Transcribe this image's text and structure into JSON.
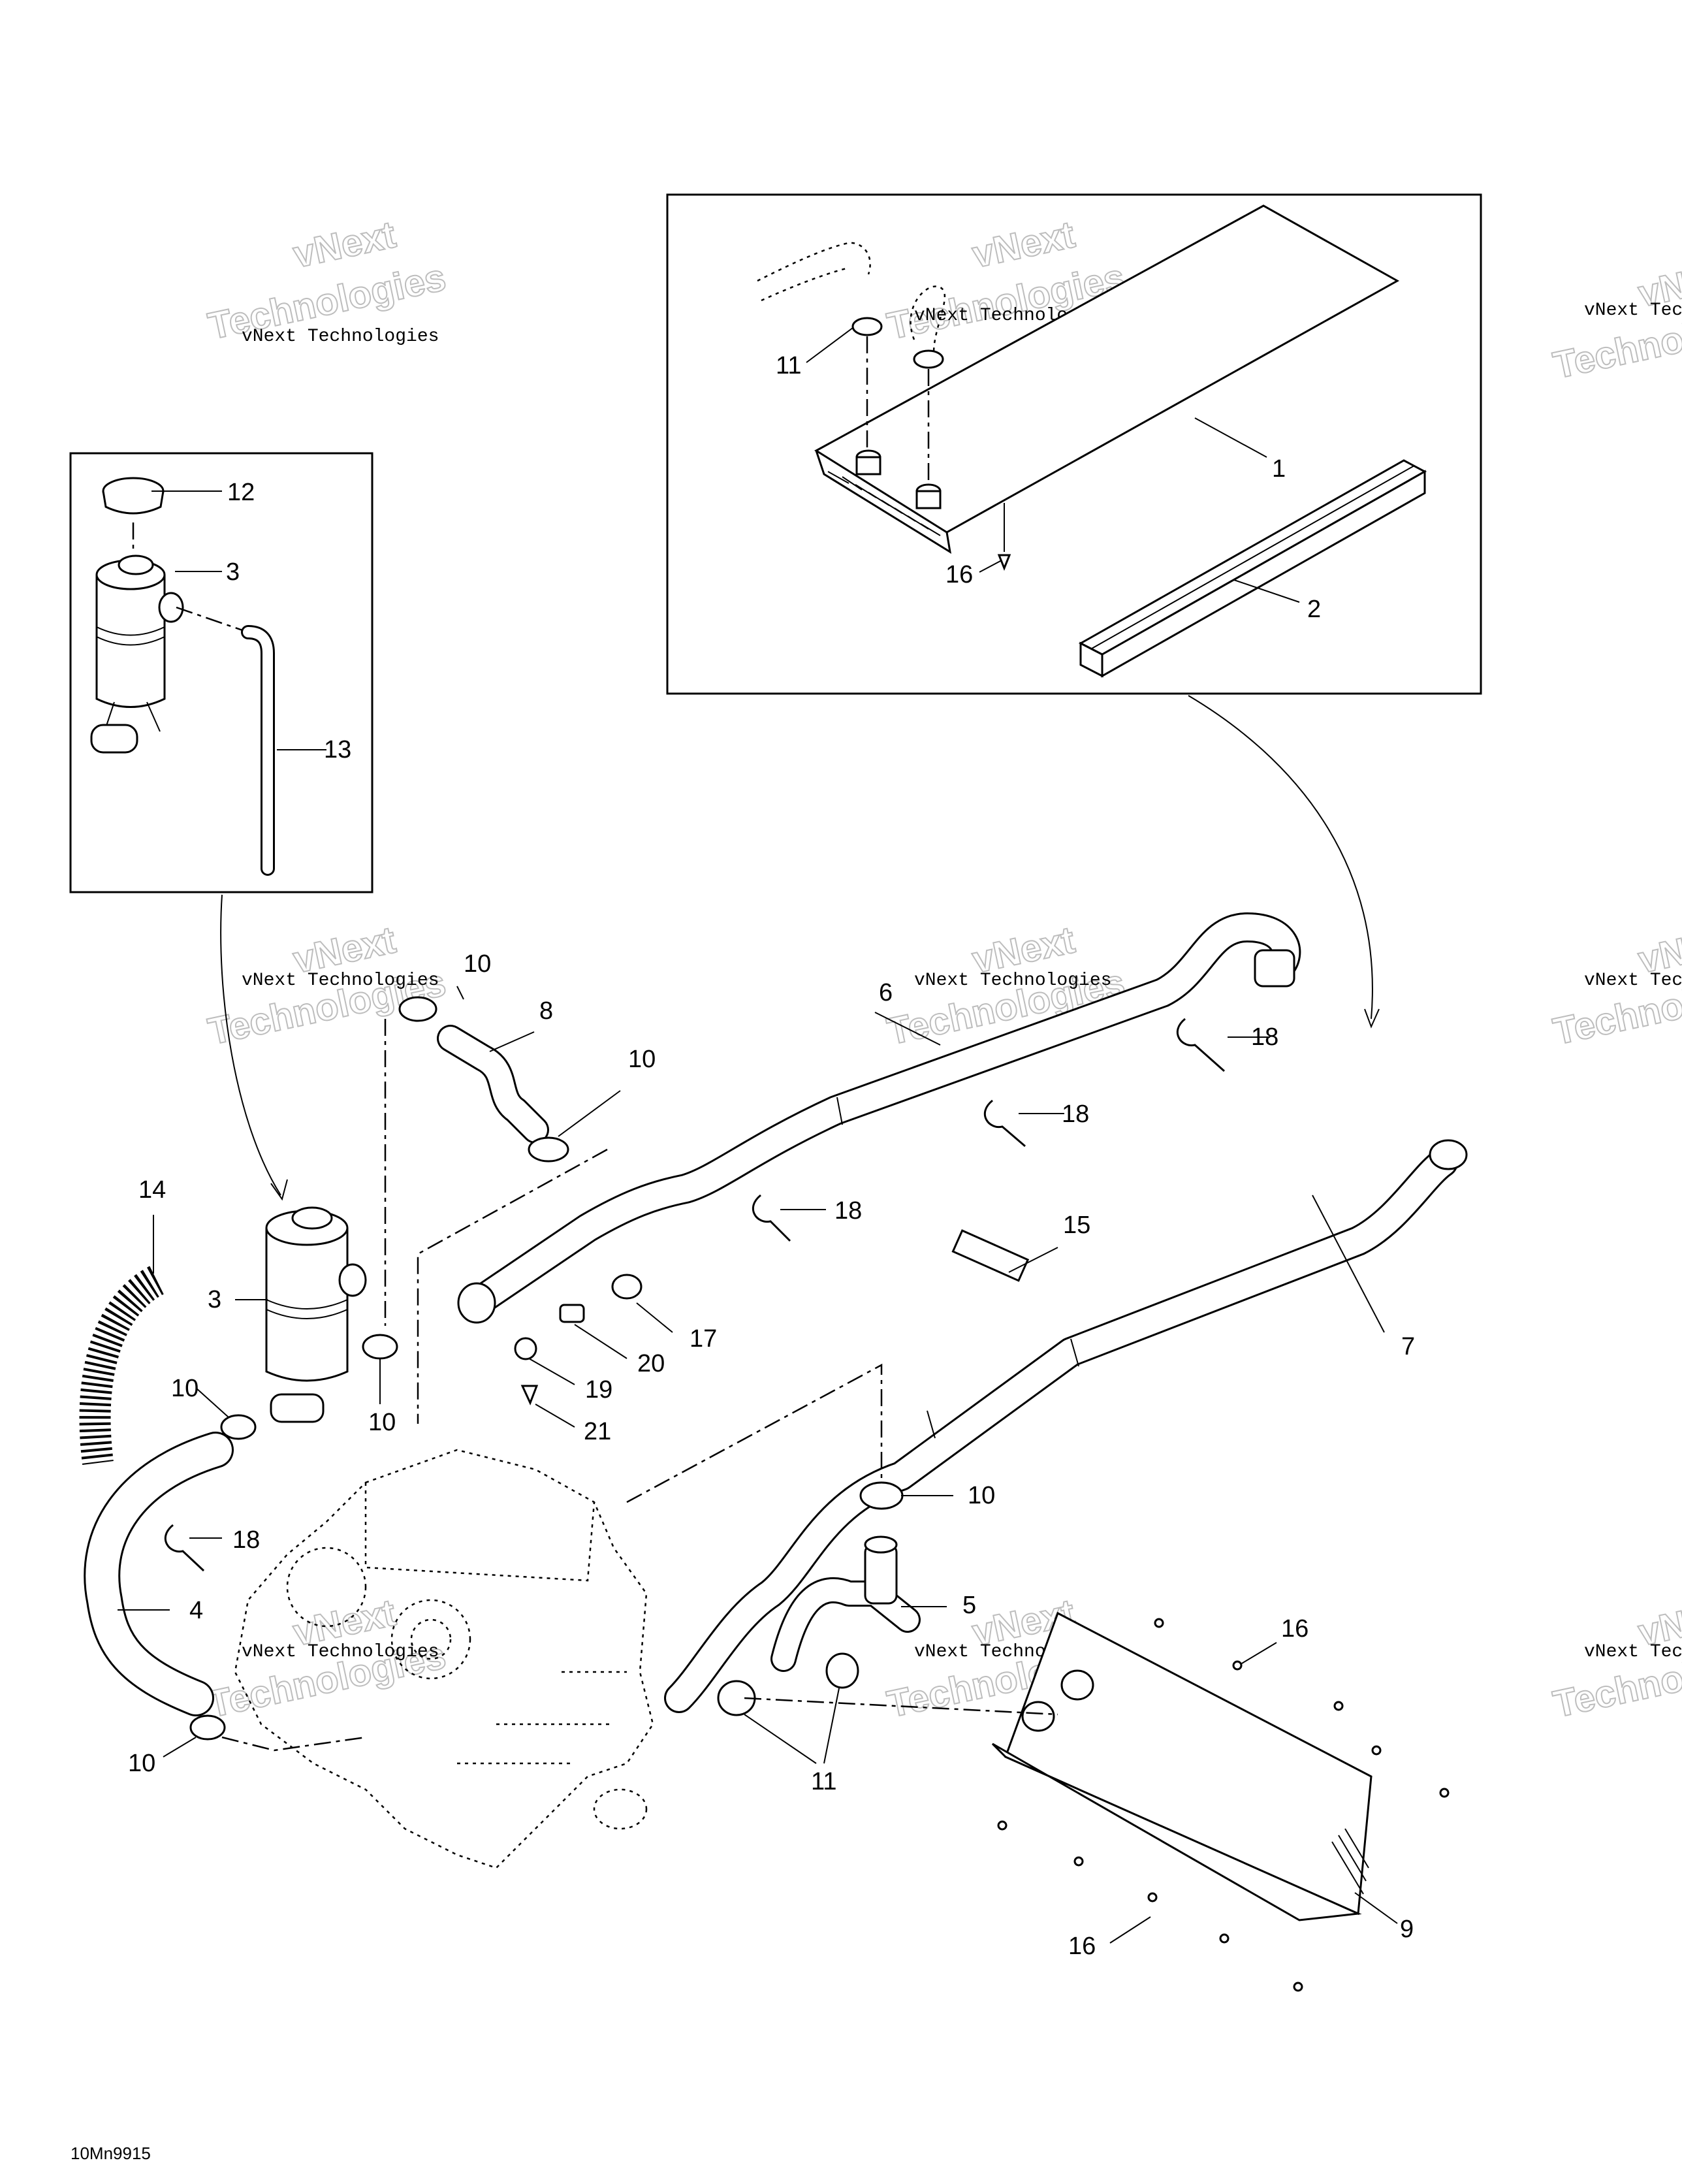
{
  "drawing_code": "10Mn9915",
  "watermark": {
    "line1": "vNext",
    "line2": "Technologies",
    "caption": "vNext Technologies"
  },
  "callouts": {
    "c1": "1",
    "c2": "2",
    "c3a": "3",
    "c3b": "3",
    "c4": "4",
    "c5": "5",
    "c6": "6",
    "c7": "7",
    "c8": "8",
    "c9": "9",
    "c10a": "10",
    "c10b": "10",
    "c10c": "10",
    "c10d": "10",
    "c10e": "10",
    "c10f": "10",
    "c11a": "11",
    "c11b": "11",
    "c11c": "11",
    "c12": "12",
    "c13": "13",
    "c14": "14",
    "c15": "15",
    "c16a": "16",
    "c16b": "16",
    "c16c": "16",
    "c17": "17",
    "c18a": "18",
    "c18b": "18",
    "c18c": "18",
    "c18d": "18",
    "c19": "19",
    "c20": "20",
    "c21": "21"
  }
}
